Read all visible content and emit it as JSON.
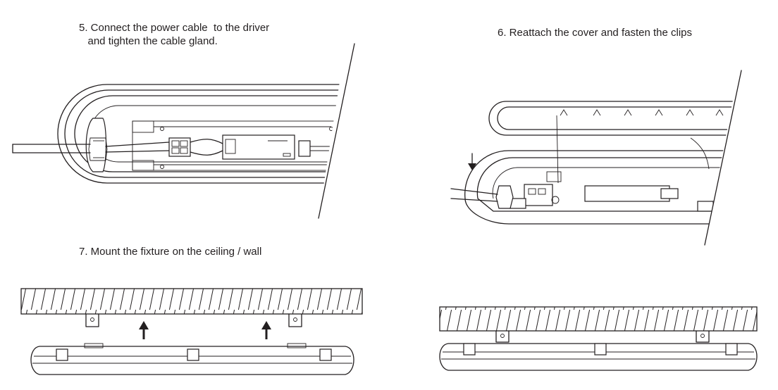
{
  "steps": {
    "step5": "5. Connect the power cable  to the driver\n   and tighten the cable gland.",
    "step6": "6. Reattach the cover and fasten the clips",
    "step7": "7. Mount the fixture on the ceiling / wall"
  },
  "colors": {
    "line": "#231f20",
    "background": "#ffffff"
  }
}
